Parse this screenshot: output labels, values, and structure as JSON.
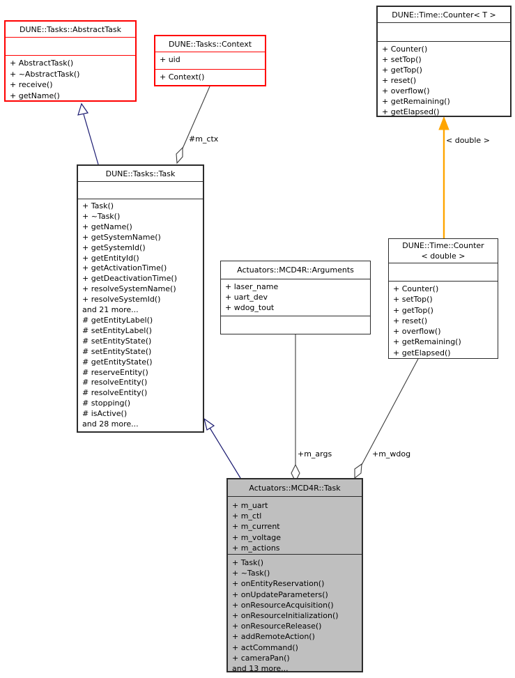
{
  "classes": {
    "abstract_task": {
      "name": "DUNE::Tasks::AbstractTask",
      "attributes": [],
      "methods": [
        "+ AbstractTask()",
        "+ ~AbstractTask()",
        "+ receive()",
        "+ getName()"
      ]
    },
    "context": {
      "name": "DUNE::Tasks::Context",
      "attributes": [
        "+ uid"
      ],
      "methods": [
        "+ Context()"
      ]
    },
    "counter_t": {
      "name": "DUNE::Time::Counter< T >",
      "attributes": [],
      "methods": [
        "+ Counter()",
        "+ setTop()",
        "+ getTop()",
        "+ reset()",
        "+ overflow()",
        "+ getRemaining()",
        "+ getElapsed()"
      ]
    },
    "task": {
      "name": "DUNE::Tasks::Task",
      "attributes": [],
      "methods": [
        "+ Task()",
        "+ ~Task()",
        "+ getName()",
        "+ getSystemName()",
        "+ getSystemId()",
        "+ getEntityId()",
        "+ getActivationTime()",
        "+ getDeactivationTime()",
        "+ resolveSystemName()",
        "+ resolveSystemId()",
        "and 21 more...",
        "# getEntityLabel()",
        "# setEntityLabel()",
        "# setEntityState()",
        "# setEntityState()",
        "# getEntityState()",
        "# reserveEntity()",
        "# resolveEntity()",
        "# resolveEntity()",
        "# stopping()",
        "# isActive()",
        "and 28 more..."
      ]
    },
    "arguments": {
      "name": "Actuators::MCD4R::Arguments",
      "attributes": [
        "+ laser_name",
        "+ uart_dev",
        "+ wdog_tout"
      ],
      "methods": []
    },
    "counter_double": {
      "name": "DUNE::Time::Counter",
      "name_line2": "< double >",
      "attributes": [],
      "methods": [
        "+ Counter()",
        "+ setTop()",
        "+ getTop()",
        "+ reset()",
        "+ overflow()",
        "+ getRemaining()",
        "+ getElapsed()"
      ]
    },
    "mcd4r_task": {
      "name": "Actuators::MCD4R::Task",
      "attributes": [
        "+ m_uart",
        "+ m_ctl",
        "+ m_current",
        "+ m_voltage",
        "+ m_actions"
      ],
      "methods": [
        "+ Task()",
        "+ ~Task()",
        "+ onEntityReservation()",
        "+ onUpdateParameters()",
        "+ onResourceAcquisition()",
        "+ onResourceInitialization()",
        "+ onResourceRelease()",
        "+ addRemoteAction()",
        "+ actCommand()",
        "+ cameraPan()",
        "and 13 more..."
      ]
    }
  },
  "edges": {
    "m_ctx_label": "#m_ctx",
    "template_arg_label": "< double >",
    "m_args_label": "+m_args",
    "m_wdog_label": "+m_wdog"
  },
  "colors": {
    "inheritance": "#191970",
    "template_instance": "#ffa500",
    "association": "#3c3c3c",
    "highlight_border": "#ff0000",
    "selected_fill": "#bfbfbf"
  }
}
